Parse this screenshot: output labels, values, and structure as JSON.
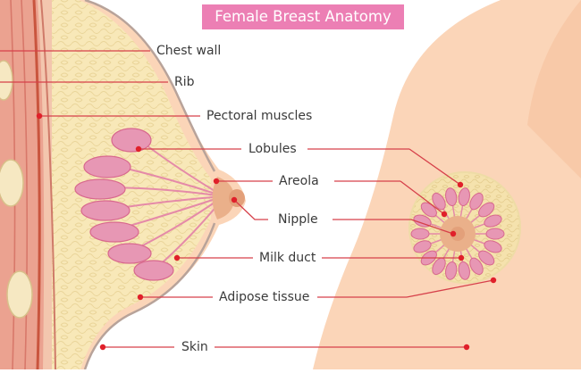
{
  "title": "Female Breast Anatomy",
  "labels": {
    "chest_wall": "Chest wall",
    "rib": "Rib",
    "pectoral_muscles": "Pectoral muscles",
    "lobules": "Lobules",
    "areola": "Areola",
    "nipple": "Nipple",
    "milk_duct": "Milk duct",
    "adipose_tissue": "Adipose tissue",
    "skin": "Skin"
  },
  "colors": {
    "title_bg": "#ec7fb4",
    "skin": "#fbd5b8",
    "fat": "#f7e6b5",
    "muscle": "#e89a86",
    "lobule": "#e58aa8",
    "leader_line": "#d6404a",
    "dot": "#e0202a"
  }
}
